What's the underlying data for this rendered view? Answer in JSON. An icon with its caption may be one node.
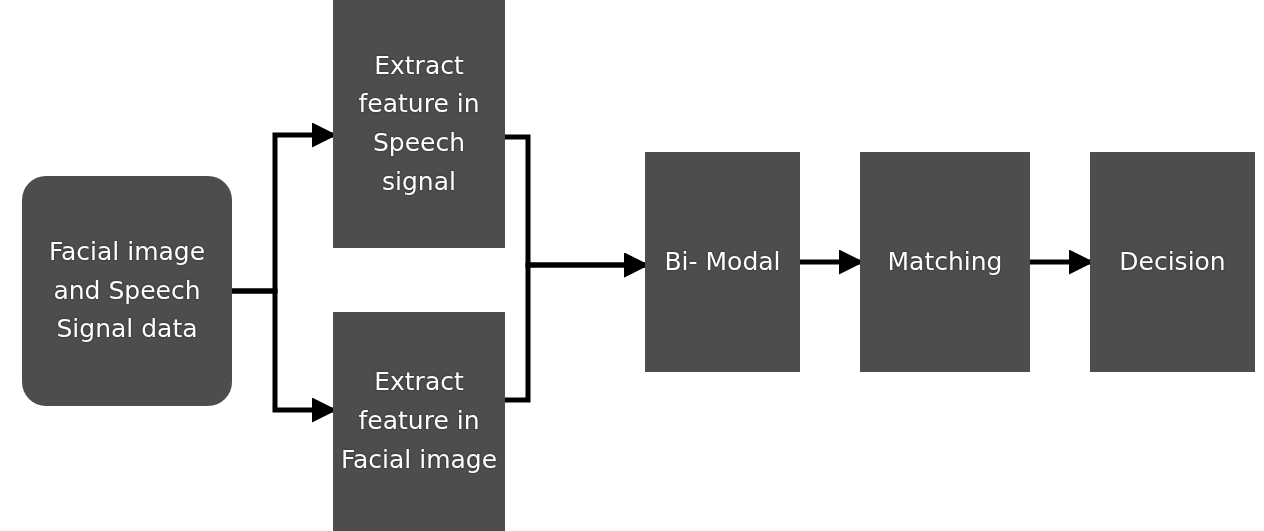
{
  "diagram": {
    "nodes": [
      {
        "text": [
          "Facial image and Speech Signal data"
        ]
      },
      {
        "text": [
          "Extract feature in Speech signal"
        ]
      },
      {
        "text": [
          "Extract feature in Facial image"
        ]
      },
      {
        "text": [
          "Bi- Modal"
        ]
      },
      {
        "text": [
          "Matching"
        ]
      },
      {
        "text": [
          "Decision"
        ]
      }
    ],
    "edges": [
      {
        "from": 0,
        "to": 1,
        "arrow": "to"
      },
      {
        "from": 0,
        "to": 2,
        "arrow": "to"
      },
      {
        "from": 1,
        "to": 3,
        "arrow": "to"
      },
      {
        "from": 2,
        "to": 3,
        "arrow": "to"
      },
      {
        "from": 3,
        "to": 4,
        "arrow": "to"
      },
      {
        "from": 4,
        "to": 5,
        "arrow": "to"
      }
    ]
  }
}
